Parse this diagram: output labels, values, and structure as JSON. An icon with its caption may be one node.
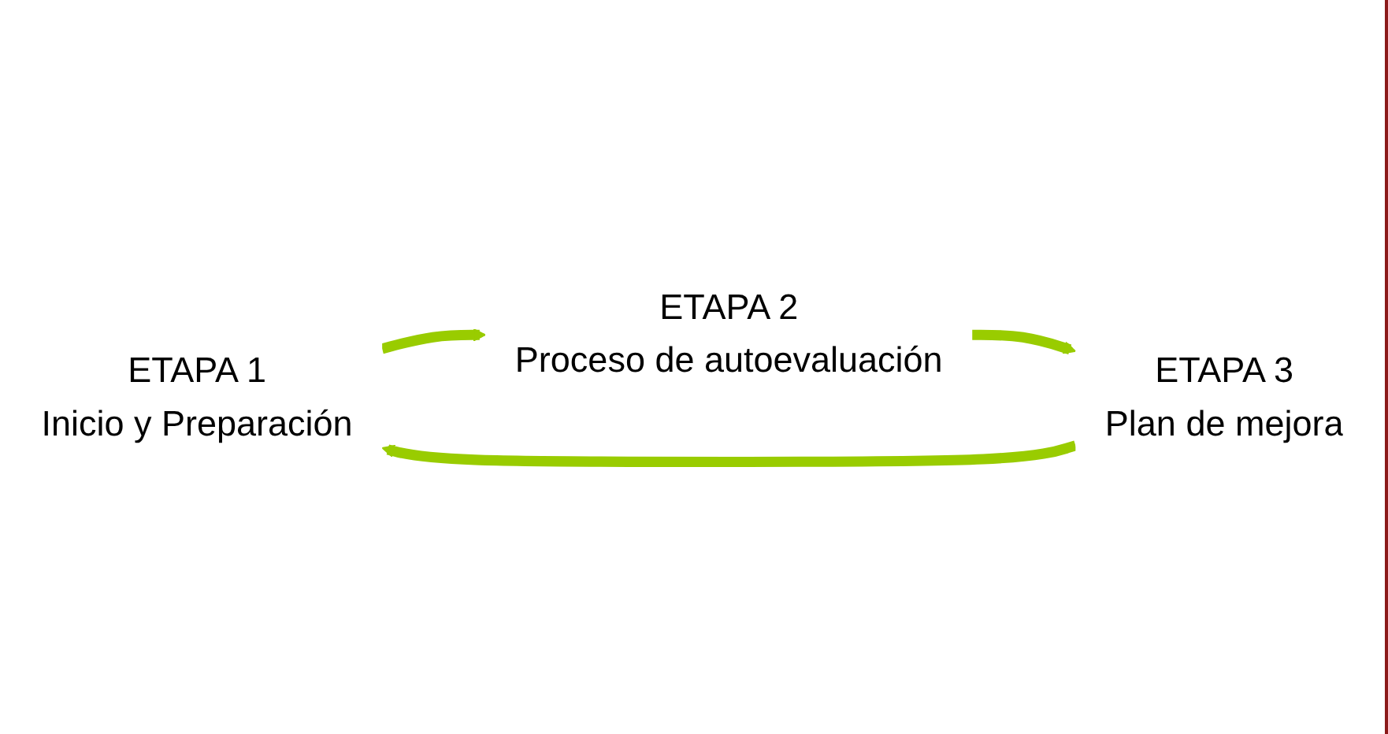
{
  "diagram": {
    "nodes": [
      {
        "text": [
          "ETAPA 1",
          "Inicio y Preparación"
        ]
      },
      {
        "text": [
          "ETAPA 2",
          "Proceso de autoevaluación"
        ]
      },
      {
        "text": [
          "ETAPA 3",
          "Plan de mejora"
        ]
      }
    ],
    "edges": [
      {
        "from": 0,
        "to": 1,
        "arrow": "to"
      },
      {
        "from": 1,
        "to": 2,
        "arrow": "to"
      },
      {
        "from": 2,
        "to": 0,
        "arrow": "to"
      }
    ]
  }
}
